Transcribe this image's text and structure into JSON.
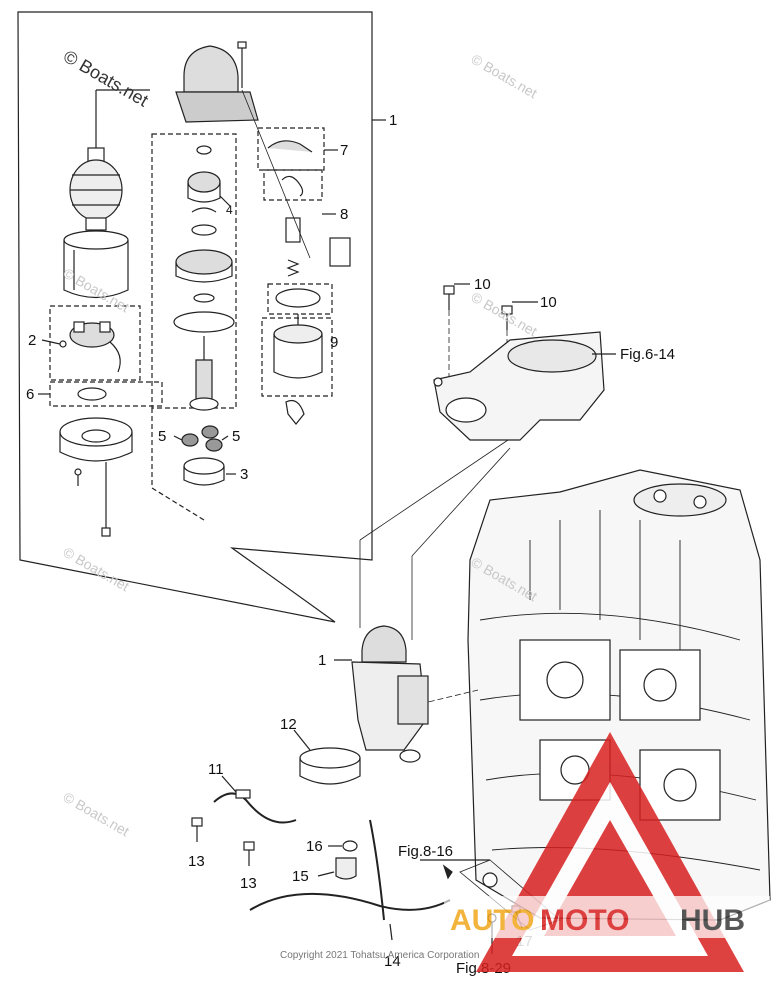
{
  "callouts": {
    "c1_top": "1",
    "c1_main": "1",
    "c2": "2",
    "c3": "3",
    "c4": "4",
    "c5_left": "5",
    "c5_right": "5",
    "c6": "6",
    "c7": "7",
    "c8": "8",
    "c9": "9",
    "c10_a": "10",
    "c10_b": "10",
    "c11": "11",
    "c12": "12",
    "c13_a": "13",
    "c13_b": "13",
    "c14": "14",
    "c15": "15",
    "c16": "16",
    "c17": "17"
  },
  "figure_refs": {
    "fig_6_14": "Fig.6-14",
    "fig_8_16": "Fig.8-16",
    "fig_8_29": "Fig.8-29"
  },
  "watermarks": {
    "wm_1": "© Boats.net",
    "wm_2": "© Boats.net",
    "wm_3": "© Boats.net",
    "wm_4": "© Boats.net",
    "wm_5": "© Boats.net",
    "wm_6": "© Boats.net",
    "wm_7": "© Boats.net"
  },
  "copyright": "Copyright 2021 Tohatsu America Corporation",
  "brand": {
    "text_a": "AUTO",
    "text_b": "MOTO",
    "text_c": "HUB",
    "color_primary": "#d8201f",
    "color_accent": "#f2a81d",
    "color_dark": "#3a3a3a"
  }
}
